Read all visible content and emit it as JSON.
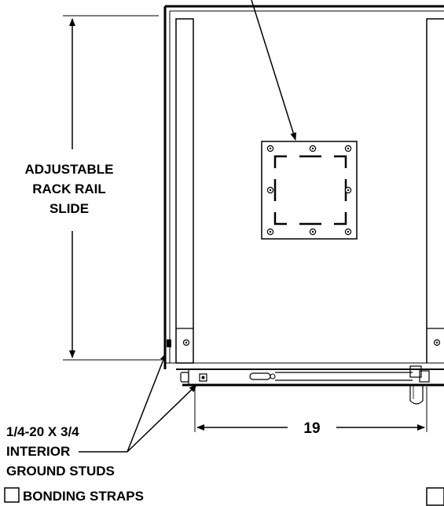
{
  "labels": {
    "rail_line1": "ADJUSTABLE",
    "rail_line2": "RACK RAIL",
    "rail_line3": "SLIDE",
    "width_dimension": "19",
    "studs_line1": "1/4-20 X 3/4",
    "studs_line2": "INTERIOR",
    "studs_line3": "GROUND STUDS",
    "bonding_straps": "BONDING STRAPS"
  }
}
